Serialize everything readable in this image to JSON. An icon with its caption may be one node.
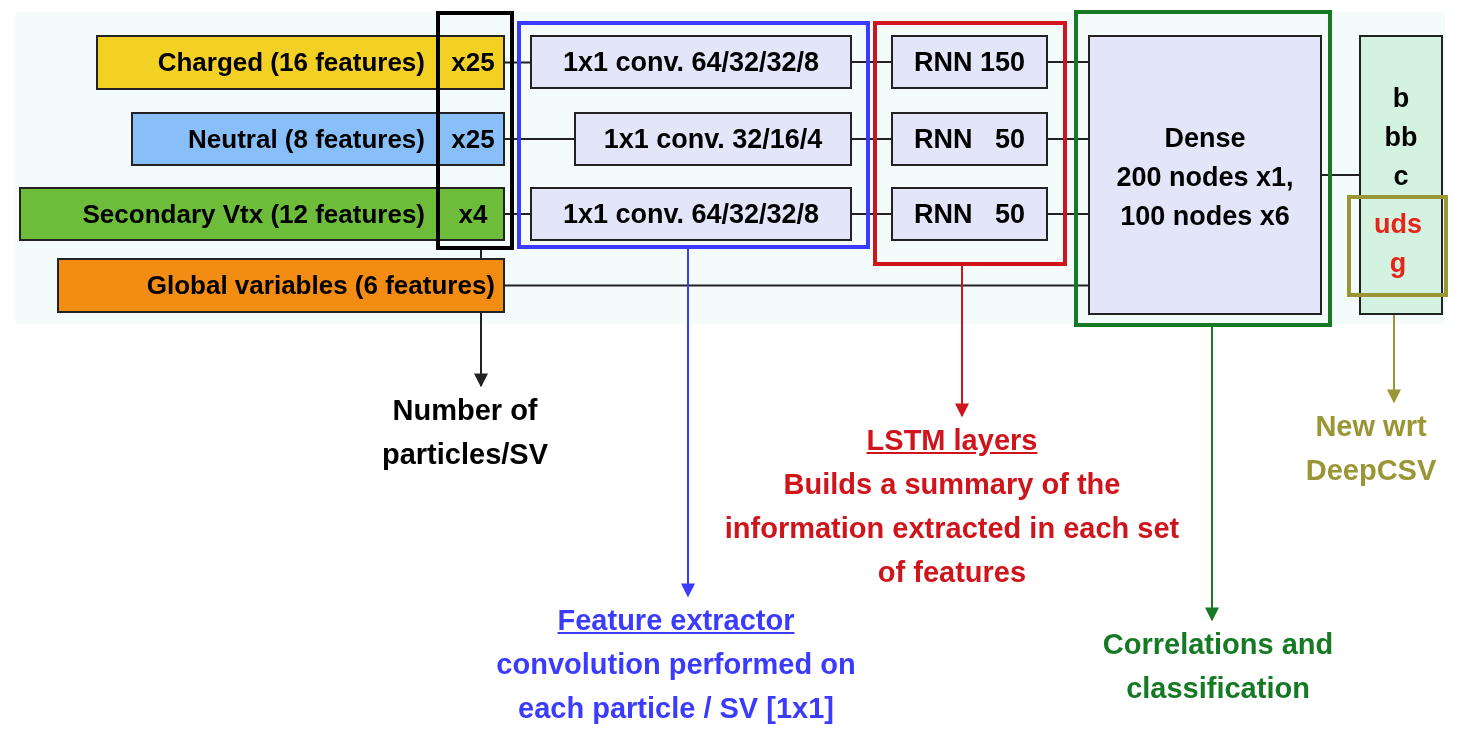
{
  "diagram": {
    "nodes": [
      {
        "text": [
          "Charged (16 features)"
        ]
      },
      {
        "text": [
          "Neutral (8 features)"
        ]
      },
      {
        "text": [
          "Secondary Vtx (12 features)"
        ]
      },
      {
        "text": [
          "Global variables (6 features)"
        ]
      },
      {
        "text": [],
        "shape": "box"
      },
      {
        "text": [
          "x25"
        ]
      },
      {
        "text": [
          "x25"
        ]
      },
      {
        "text": [
          "x4"
        ]
      },
      {
        "text": [],
        "shape": "box"
      },
      {
        "text": [
          "1x1 conv. 64/32/32/8"
        ],
        "in": 8
      },
      {
        "text": [
          "1x1 conv. 32/16/4"
        ],
        "in": 8
      },
      {
        "text": [
          "1x1 conv. 64/32/32/8"
        ],
        "in": 8
      },
      {
        "text": [],
        "shape": "box"
      },
      {
        "text": [
          "RNN 150"
        ],
        "in": 12
      },
      {
        "text": [
          "RNN   50"
        ],
        "in": 12
      },
      {
        "text": [
          "RNN   50"
        ],
        "in": 12
      },
      {
        "text": [],
        "shape": "box"
      },
      {
        "text": [
          "Dense",
          "200 nodes x1, 100 nodes x6"
        ],
        "in": 16
      },
      {
        "text": [
          "b",
          "bb",
          "c"
        ]
      },
      {
        "text": [],
        "shape": "box"
      },
      {
        "text": [
          "uds",
          "g"
        ],
        "in": 19
      },
      {
        "text": [
          "Number of particles/SV"
        ]
      },
      {
        "text": [
          "Feature extractor",
          "convolution performed on each particle / SV [1x1]"
        ]
      },
      {
        "text": [
          "LSTM layers",
          "Builds a summary of the information extracted in each set of features"
        ]
      },
      {
        "text": [
          "Correlations and classification"
        ]
      },
      {
        "text": [
          "New wrt DeepCSV"
        ]
      }
    ],
    "edges": [
      {
        "from": 0,
        "to": 9,
        "arrow": "none"
      },
      {
        "from": 1,
        "to": 10,
        "arrow": "none"
      },
      {
        "from": 2,
        "to": 11,
        "arrow": "none"
      },
      {
        "from": 9,
        "to": 13,
        "arrow": "none"
      },
      {
        "from": 10,
        "to": 14,
        "arrow": "none"
      },
      {
        "from": 11,
        "to": 15,
        "arrow": "none"
      },
      {
        "from": 13,
        "to": 17,
        "arrow": "none"
      },
      {
        "from": 14,
        "to": 17,
        "arrow": "none"
      },
      {
        "from": 15,
        "to": 17,
        "arrow": "none"
      },
      {
        "from": 3,
        "to": 17,
        "arrow": "none"
      },
      {
        "from": 17,
        "to": 18,
        "arrow": "none"
      },
      {
        "from": 4,
        "to": 21,
        "arrow": "to"
      },
      {
        "from": 8,
        "to": 22,
        "arrow": "to",
        "color": "#3b3bff"
      },
      {
        "from": 12,
        "to": 23,
        "arrow": "to",
        "color": "#d0141c"
      },
      {
        "from": 16,
        "to": 24,
        "arrow": "to",
        "color": "#167a24"
      },
      {
        "from": 19,
        "to": 25,
        "arrow": "to",
        "color": "#9a9535"
      }
    ]
  }
}
